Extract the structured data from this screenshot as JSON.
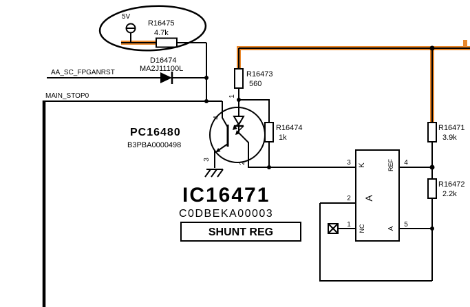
{
  "schematic": {
    "highlight_color": "#E8872B",
    "power": {
      "label": "5V"
    },
    "nets": {
      "aa_sc_fpganrst": "AA_SC_FPGANRST",
      "main_stop0": "MAIN_STOP0"
    },
    "resistors": {
      "r16475": {
        "ref": "R16475",
        "value": "4.7k"
      },
      "r16473": {
        "ref": "R16473",
        "value": "560"
      },
      "r16474": {
        "ref": "R16474",
        "value": "1k"
      },
      "r16471": {
        "ref": "R16471",
        "value": "3.9k"
      },
      "r16472": {
        "ref": "R16472",
        "value": "2.2k"
      }
    },
    "diode": {
      "ref": "D16474",
      "part": "MA2J11100L"
    },
    "opto": {
      "ref": "PC16480",
      "part": "B3PBA0000498",
      "pin4": "4",
      "pin1": "1",
      "pin3": "3",
      "pin2": "2"
    },
    "ic": {
      "ref": "IC16471",
      "part": "C0DBEKA00003",
      "function_label": "SHUNT REG",
      "pin3_num": "3",
      "pin3_name": "K",
      "pin2_num": "2",
      "pin2_name": "A",
      "pin1_num": "1",
      "pin1_name": "NC",
      "pin4_num": "4",
      "pin4_name": "REF",
      "pin5_num": "5",
      "pin5_name": "A"
    }
  }
}
